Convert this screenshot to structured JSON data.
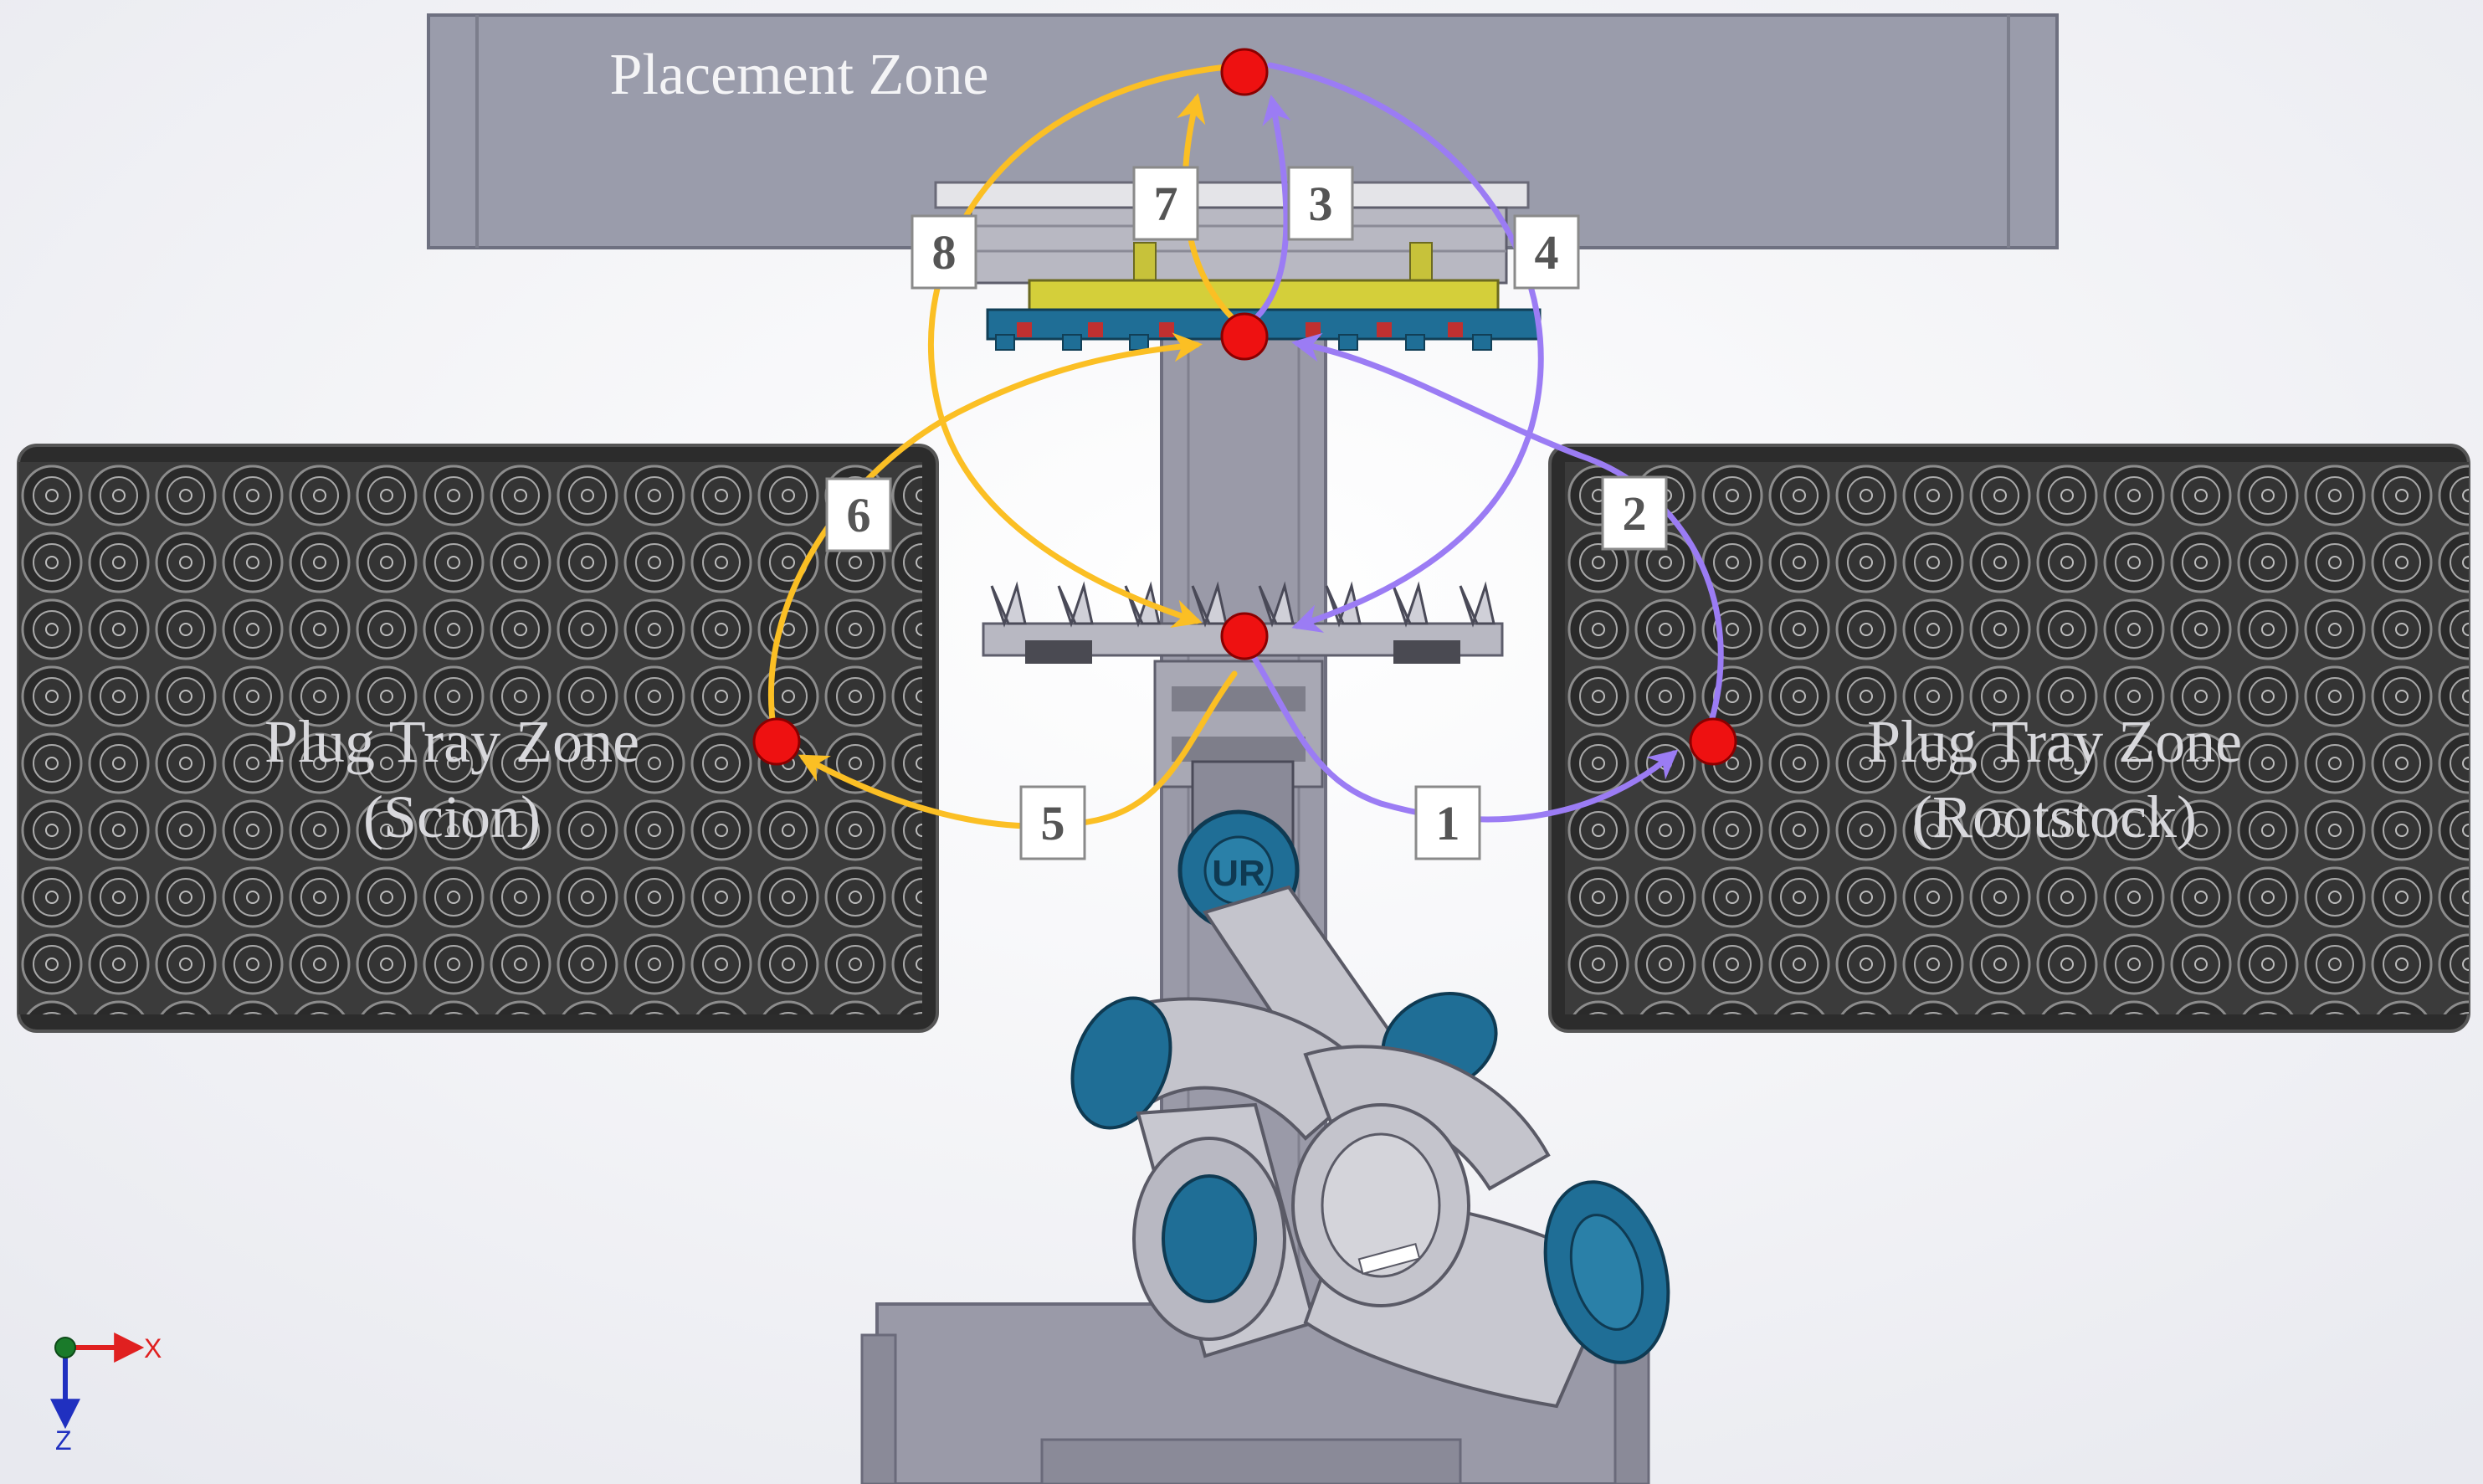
{
  "zones": {
    "placement": "Placement Zone",
    "scion_line1": "Plug Tray Zone",
    "scion_line2": "(Scion)",
    "rootstock_line1": "Plug Tray Zone",
    "rootstock_line2": "(Rootstock)"
  },
  "steps": [
    "1",
    "2",
    "3",
    "4",
    "5",
    "6",
    "7",
    "8"
  ],
  "axes": {
    "x": "X",
    "z": "Z"
  },
  "colors": {
    "rootstock_path": "#9b7cf4",
    "scion_path": "#fbbf24",
    "waypoint": "#ee1111",
    "tray": "#3a3a3a",
    "gripper_blue": "#1f6e96",
    "rail": "#9a9aa8",
    "placement_box": "#9a9cab"
  }
}
